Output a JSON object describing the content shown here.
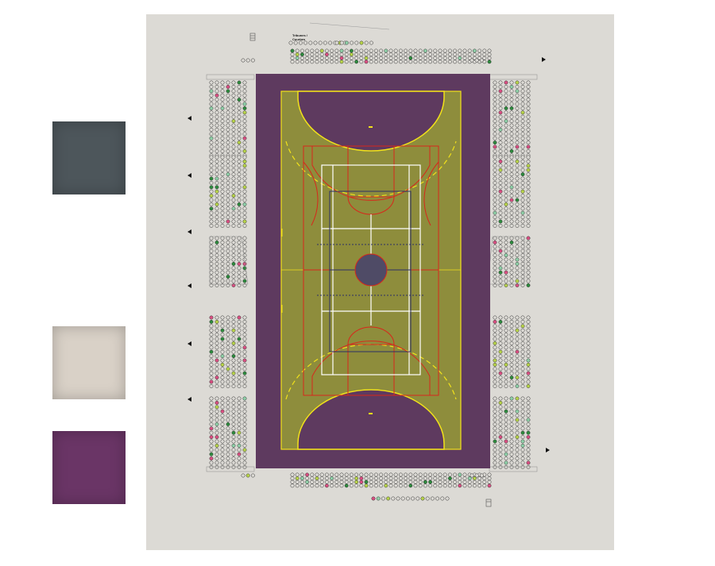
{
  "colors": {
    "background": "#ffffff",
    "sheet": "#dcdad5",
    "court_surround": "#5e3a5f",
    "court_field": "#8e8d3c",
    "line_yellow": "#f2e21a",
    "line_red": "#d8271b",
    "line_white": "#ffffff",
    "line_navy": "#2c2e66",
    "center_circle": "#4f4b66",
    "seat_outline": "#333333",
    "seat_green": "#2e8b3e",
    "seat_pink": "#d94f82",
    "seat_lime": "#b7d34a",
    "seat_mint": "#8fd0a8"
  },
  "swatches": [
    {
      "name": "swatch-slate-gray",
      "color": "#4d565b"
    },
    {
      "name": "swatch-beige",
      "color": "#d9d1c7"
    },
    {
      "name": "swatch-purple",
      "color": "#6a3566"
    }
  ],
  "plan": {
    "label_line1": "Tribunes /",
    "label_line2": "Courbes",
    "icons": [
      "exit-arrow-icon",
      "stair-icon",
      "door-icon"
    ]
  }
}
